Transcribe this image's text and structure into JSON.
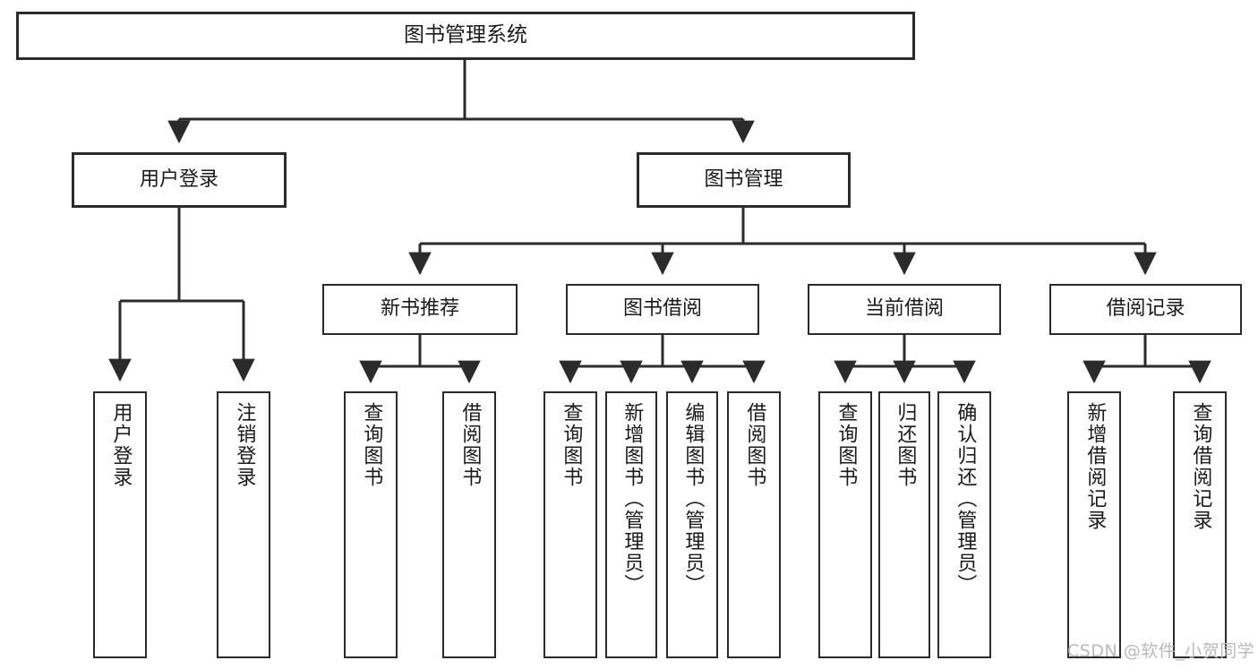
{
  "diagram": {
    "title": "图书管理系统",
    "type": "functional-structure-tree",
    "root": {
      "id": "root",
      "label": "图书管理系统"
    },
    "level1": [
      {
        "id": "user-login",
        "label": "用户登录"
      },
      {
        "id": "book-manage",
        "label": "图书管理"
      }
    ],
    "level2": [
      {
        "id": "new-book-recommend",
        "label": "新书推荐",
        "parent": "book-manage"
      },
      {
        "id": "book-borrow",
        "label": "图书借阅",
        "parent": "book-manage"
      },
      {
        "id": "current-borrow",
        "label": "当前借阅",
        "parent": "book-manage"
      },
      {
        "id": "borrow-record",
        "label": "借阅记录",
        "parent": "book-manage"
      }
    ],
    "leaves": {
      "user_login": [
        {
          "id": "leaf-user-login",
          "label": "用户登录"
        },
        {
          "id": "leaf-logout",
          "label": "注销登录"
        }
      ],
      "new_book_recommend": [
        {
          "id": "leaf-query-book-1",
          "label": "查询图书"
        },
        {
          "id": "leaf-borrow-book-1",
          "label": "借阅图书"
        }
      ],
      "book_borrow": [
        {
          "id": "leaf-query-book-2",
          "label": "查询图书"
        },
        {
          "id": "leaf-add-book",
          "label": "新增图书（管理员）"
        },
        {
          "id": "leaf-edit-book",
          "label": "编辑图书（管理员）"
        },
        {
          "id": "leaf-borrow-book-2",
          "label": "借阅图书"
        }
      ],
      "current_borrow": [
        {
          "id": "leaf-query-book-3",
          "label": "查询图书"
        },
        {
          "id": "leaf-return-book",
          "label": "归还图书"
        },
        {
          "id": "leaf-confirm-return",
          "label": "确认归还（管理员）"
        }
      ],
      "borrow_record": [
        {
          "id": "leaf-add-record",
          "label": "新增借阅记录"
        },
        {
          "id": "leaf-query-record",
          "label": "查询借阅记录"
        }
      ]
    }
  },
  "watermark": {
    "text": "CSDN @软件_小贺同学"
  },
  "colors": {
    "stroke": "#2b2b2b",
    "fill": "#ffffff",
    "text": "#1a1a1a",
    "watermark": "#b9b9b9"
  }
}
